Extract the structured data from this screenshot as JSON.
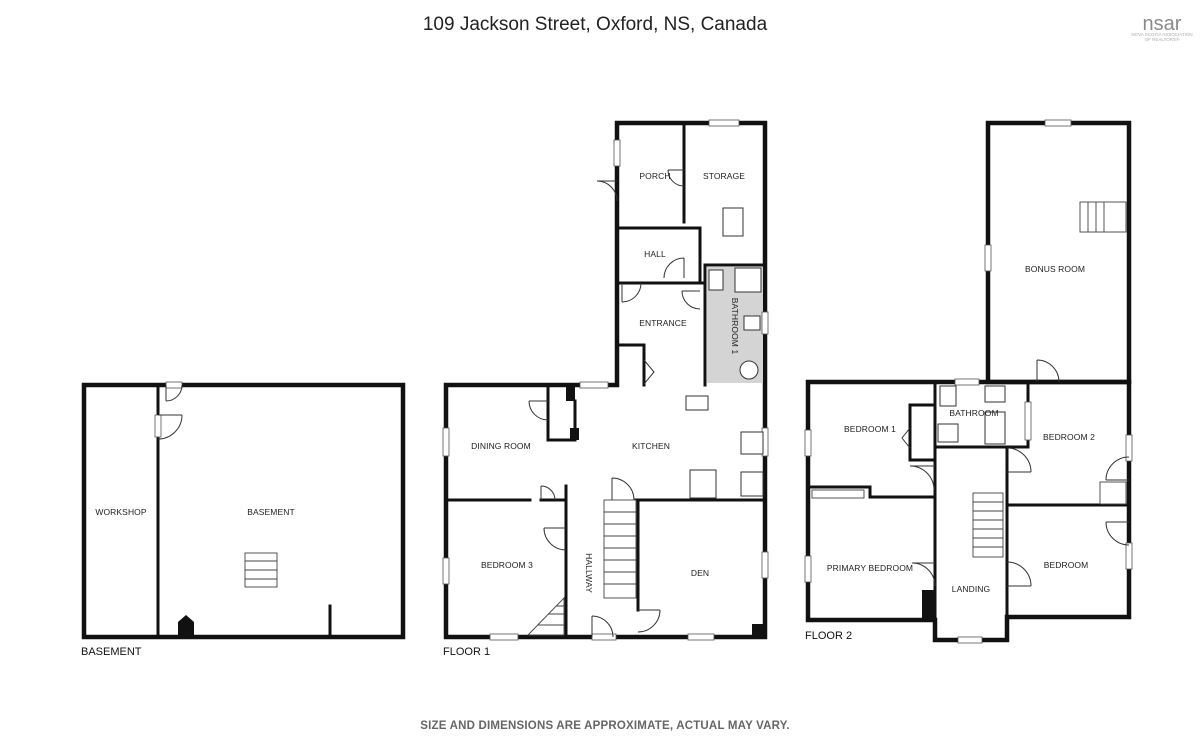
{
  "title": "109 Jackson Street, Oxford, NS, Canada",
  "logo": {
    "main": "nsar",
    "sub1": "NOVA SCOTIA ASSOCIATION",
    "sub2": "OF REALTORS®"
  },
  "disclaimer": "SIZE AND DIMENSIONS ARE APPROXIMATE, ACTUAL MAY VARY.",
  "floors": {
    "basement": {
      "label": "BASEMENT",
      "rooms": {
        "workshop": "WORKSHOP",
        "basement": "BASEMENT"
      }
    },
    "floor1": {
      "label": "FLOOR 1",
      "rooms": {
        "porch": "PORCH",
        "storage": "STORAGE",
        "hall": "HALL",
        "entrance": "ENTRANCE",
        "bathroom1": "BATHROOM 1",
        "dining_room": "DINING ROOM",
        "kitchen": "KITCHEN",
        "bedroom3": "BEDROOM 3",
        "hallway": "HALLWAY",
        "den": "DEN"
      }
    },
    "floor2": {
      "label": "FLOOR 2",
      "rooms": {
        "bonus_room": "BONUS ROOM",
        "bedroom1": "BEDROOM 1",
        "bathroom": "BATHROOM",
        "bedroom2": "BEDROOM 2",
        "primary_bedroom": "PRIMARY BEDROOM",
        "landing": "LANDING",
        "bedroom": "BEDROOM"
      }
    }
  }
}
